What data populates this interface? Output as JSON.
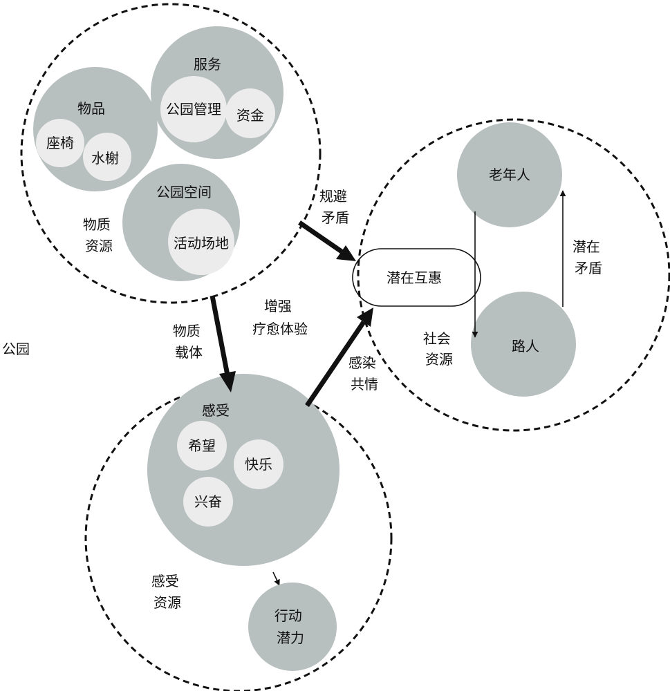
{
  "colors": {
    "background": "#ffffff",
    "group_fill": "#b8bfbf",
    "item_fill": "#ececec",
    "stroke": "#111111"
  },
  "labels": {
    "park": "公园",
    "material_resources": [
      "物质",
      "资源"
    ],
    "goods": "物品",
    "seat": "座椅",
    "trees": "水榭",
    "service": "服务",
    "park_management": "公园管理",
    "funds": "资金",
    "park_space": "公园空间",
    "activity_venue": "活动场地",
    "avoid_conflict": [
      "规避",
      "矛盾"
    ],
    "material_carrier": [
      "物质",
      "载体"
    ],
    "enhance_healing": [
      "增强",
      "疗愈体验"
    ],
    "infect_empathy": [
      "感染",
      "共情"
    ],
    "potential_reciprocity": "潜在互惠",
    "elderly": "老年人",
    "passerby": "路人",
    "potential_conflict": [
      "潜在",
      "矛盾"
    ],
    "social_resources": [
      "社会",
      "资源"
    ],
    "feeling": "感受",
    "hope": "希望",
    "happiness": "快乐",
    "excitement": "兴奋",
    "feeling_resources": [
      "感受",
      "资源"
    ],
    "action_potential": [
      "行动",
      "潜力"
    ]
  }
}
